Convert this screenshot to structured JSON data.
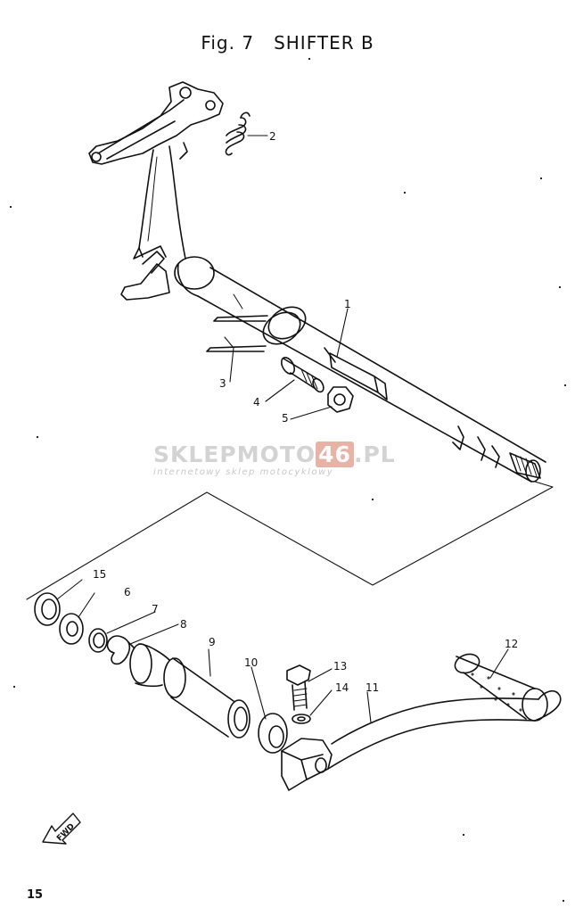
{
  "title": {
    "fig": "Fig. 7",
    "name": "SHIFTER B"
  },
  "callouts": [
    "1",
    "2",
    "3",
    "4",
    "5",
    "6",
    "7",
    "8",
    "9",
    "10",
    "11",
    "12",
    "13",
    "14",
    "15"
  ],
  "fwd_label": "FWD",
  "page_number": "15",
  "watermark": {
    "brand": "SKLEPMOTO",
    "brand_num": "46",
    "brand_suffix": ".PL",
    "tagline": "internetowy sklep motocyklowy"
  }
}
